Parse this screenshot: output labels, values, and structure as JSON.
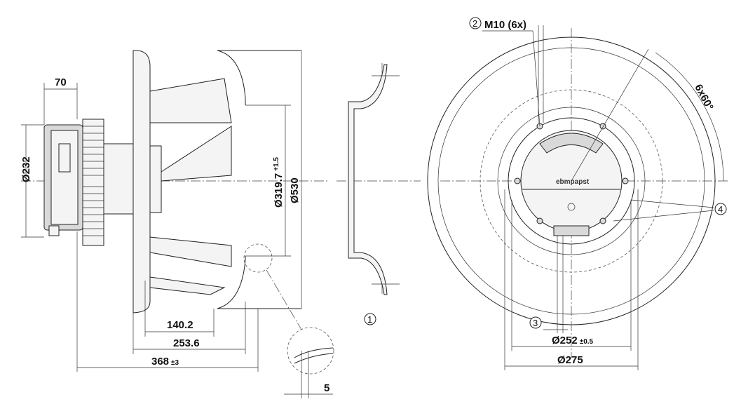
{
  "dimensions": {
    "d232": "Ø232",
    "w70": "70",
    "d319": "Ø319.7",
    "d319_tol": "+1.5",
    "d530": "Ø530",
    "l140": "140.2",
    "l253": "253.6",
    "l368": "368",
    "l368_tol": "±3",
    "w5": "5",
    "thread": "M10 (6x)",
    "angle": "6x60°",
    "d252": "Ø252",
    "d252_tol": "±0.5",
    "d275": "Ø275"
  },
  "callouts": {
    "c1": "1",
    "c2": "2",
    "c3": "3",
    "c4": "4"
  },
  "brand_label": "ebmpapst",
  "colors": {
    "line": "#222222",
    "background": "#ffffff"
  }
}
